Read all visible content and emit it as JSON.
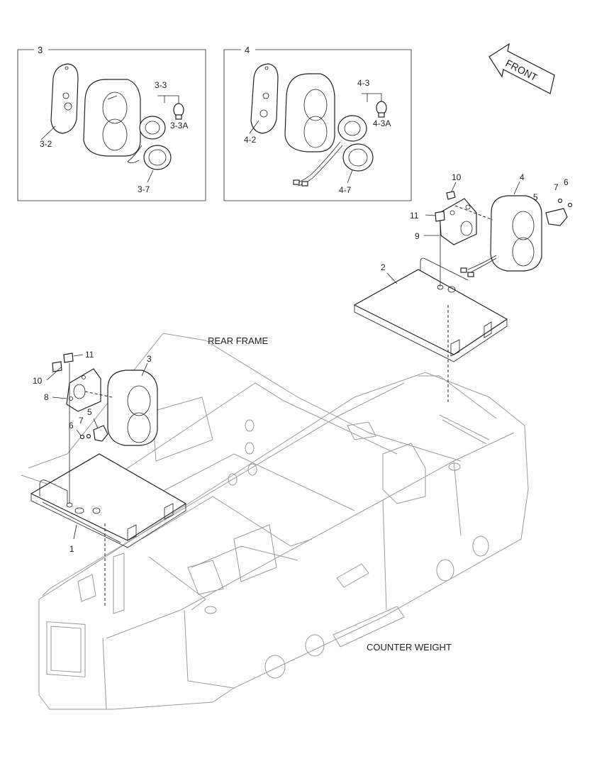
{
  "direction": {
    "text": "FRONT"
  },
  "inset_boxes": [
    {
      "id": "3",
      "labels": [
        "3-2",
        "3-3",
        "3-3A",
        "3-7"
      ]
    },
    {
      "id": "4",
      "labels": [
        "4-2",
        "4-3",
        "4-3A",
        "4-7"
      ]
    }
  ],
  "main_labels": {
    "rear_frame": "REAR FRAME",
    "counter_weight": "COUNTER WEIGHT"
  },
  "right_assembly": {
    "labels": [
      "10",
      "4",
      "6",
      "7",
      "5",
      "11",
      "9",
      "2"
    ]
  },
  "left_assembly": {
    "labels": [
      "11",
      "3",
      "10",
      "8",
      "5",
      "7",
      "6",
      "1"
    ]
  }
}
